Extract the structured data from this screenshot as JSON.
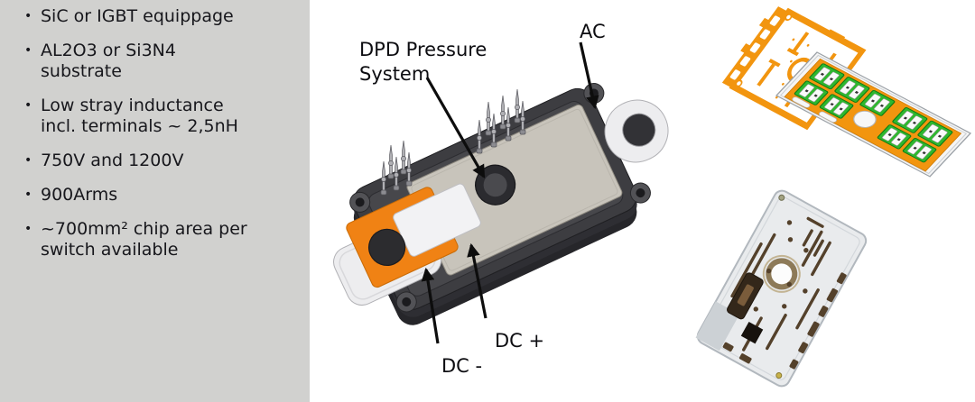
{
  "slide": {
    "background": "#ffffff"
  },
  "colors": {
    "panel-bg": "#d1d1cf",
    "text-dark": "#17171c",
    "callout-text": "#0d0d11",
    "arrow": "#0d0d0d",
    "accent-orange": "#f08214",
    "frame-orange": "#f2950f",
    "solder-green": "#2eb82e",
    "module-body": "#3d3d41",
    "module-body-dark": "#26262a",
    "module-rim": "#47474b",
    "plate-beige": "#c8c4bb",
    "terminal-silver": "#ededef",
    "pin-gray": "#b0b0b4",
    "board-face": "#e9ebed",
    "trace-brown": "#54412b"
  },
  "panel": {
    "bullet_char": "•",
    "bullets": [
      "SiC or IGBT equippage",
      "AL2O3 or Si3N4\nsubstrate",
      "Low stray inductance\nincl. terminals ~ 2,5nH",
      "750V and 1200V",
      "900Arms",
      "~700mm² chip area per\nswitch available"
    ]
  },
  "callouts": {
    "dpd_pressure_system": "DPD Pressure\nSystem",
    "ac": "AC",
    "dc_plus": "DC +",
    "dc_minus": "DC -"
  }
}
